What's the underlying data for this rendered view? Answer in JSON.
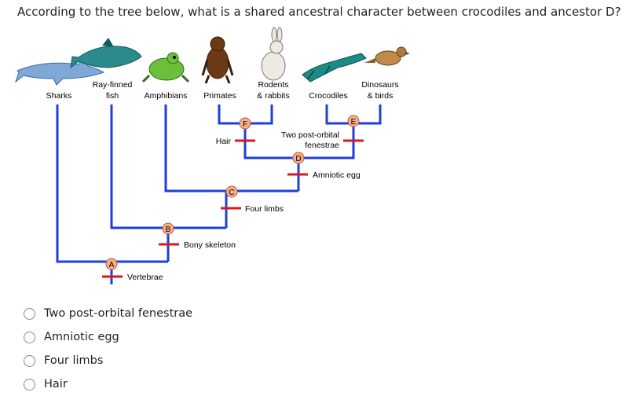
{
  "question": "According to the tree below, what is a shared ancestral character between crocodiles and ancestor D?",
  "taxa": {
    "sharks": "Sharks",
    "ray_finned_1": "Ray-finned",
    "ray_finned_2": "fish",
    "amphibians": "Amphibians",
    "primates": "Primates",
    "rodents_1": "Rodents",
    "rodents_2": "& rabbits",
    "crocodiles": "Crocodiles",
    "dinosaurs_1": "Dinosaurs",
    "dinosaurs_2": "& birds"
  },
  "characters": {
    "vertebrae": "Vertebrae",
    "bony_skeleton": "Bony skeleton",
    "four_limbs": "Four limbs",
    "amniotic_egg": "Amniotic egg",
    "hair": "Hair",
    "postorbital_1": "Two post-orbital",
    "postorbital_2": "fenestrae"
  },
  "nodes": {
    "a": "A",
    "b": "B",
    "c": "C",
    "d": "D",
    "e": "E",
    "f": "F"
  },
  "options": [
    {
      "label": "Two post-orbital fenestrae"
    },
    {
      "label": "Amniotic egg"
    },
    {
      "label": "Four limbs"
    },
    {
      "label": "Hair"
    }
  ],
  "colors": {
    "branch": "#1f3fd6",
    "character_mark": "#e0141e",
    "node_fill": "#f4b183"
  },
  "icons": [
    "shark-icon",
    "fish-icon",
    "frog-icon",
    "monkey-icon",
    "rabbit-icon",
    "crocodile-icon",
    "bird-icon"
  ]
}
